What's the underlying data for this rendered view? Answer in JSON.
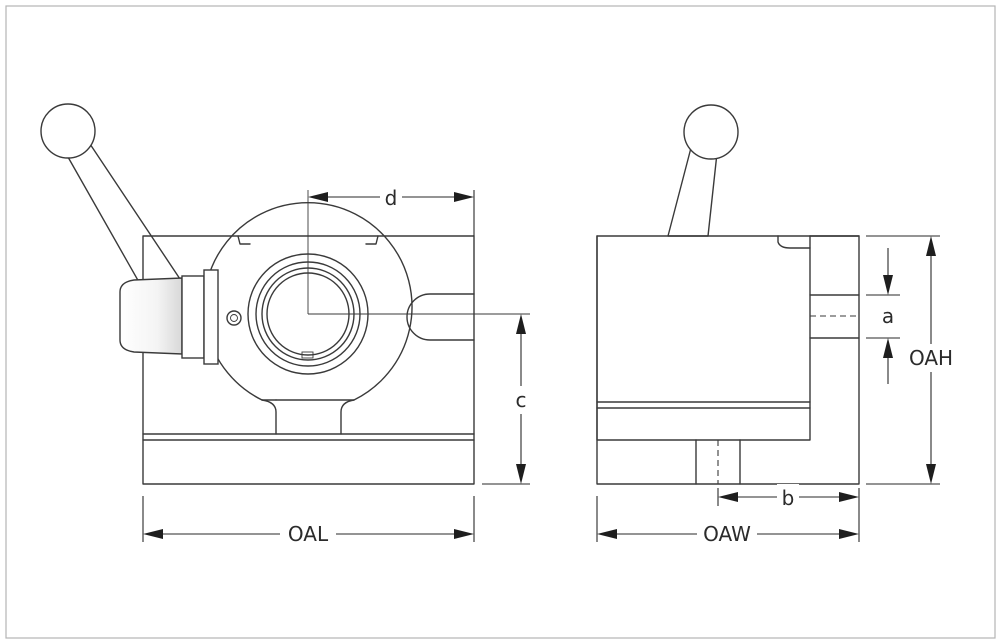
{
  "colors": {
    "line": "#3a3a3a",
    "frame": "#b4b4b4",
    "background": "#ffffff"
  },
  "front_view": {
    "dimension_labels": {
      "d": "d",
      "c": "c",
      "oal": "OAL"
    }
  },
  "side_view": {
    "dimension_labels": {
      "a": "a",
      "oah": "OAH",
      "b": "b",
      "oaw": "OAW"
    }
  }
}
